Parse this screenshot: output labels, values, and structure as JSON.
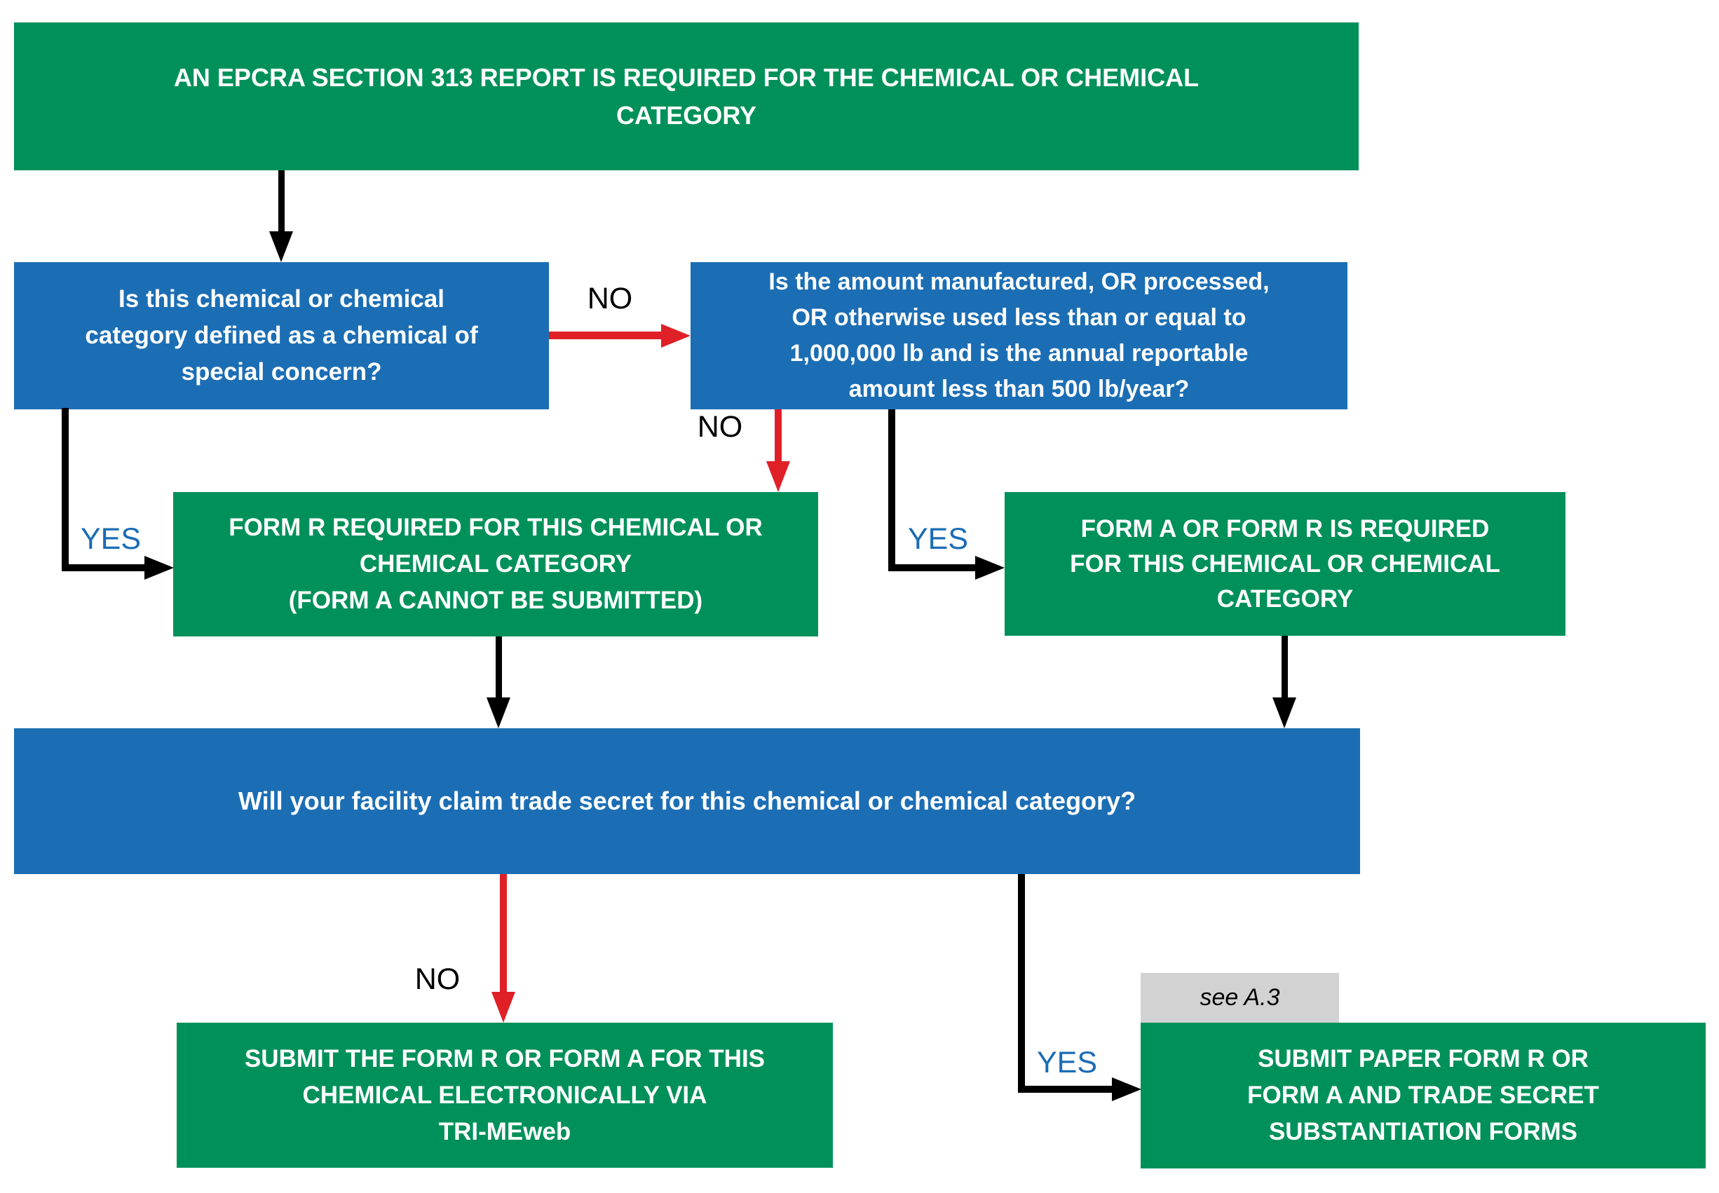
{
  "colors": {
    "node_green": "#00915A",
    "node_blue": "#1C6EB4",
    "arrow_red": "#E02027",
    "line_black": "#000000",
    "label_blue": "#1B6CB5",
    "note_gray": "#D2D2D2",
    "text_white": "#FFFFFF"
  },
  "nodes": {
    "start": {
      "text": "AN EPCRA SECTION 313 REPORT IS REQUIRED FOR THE CHEMICAL OR CHEMICAL\nCATEGORY"
    },
    "special_concern_question": {
      "text": "Is this chemical or chemical\ncategory defined as a chemical of\nspecial concern?"
    },
    "threshold_question": {
      "text": "Is the amount manufactured, OR processed,\nOR otherwise used less than or equal to\n1,000,000 lb and is the annual reportable\namount less than 500 lb/year?"
    },
    "form_r_required": {
      "text": "FORM R REQUIRED FOR THIS CHEMICAL OR\nCHEMICAL CATEGORY\n(FORM A CANNOT BE SUBMITTED)"
    },
    "form_a_or_form_r_required": {
      "text": "FORM A OR FORM R IS REQUIRED\nFOR THIS CHEMICAL OR CHEMICAL\nCATEGORY"
    },
    "trade_secret_question": {
      "text": "Will your facility claim trade secret for this chemical or chemical category?"
    },
    "submit_electronically": {
      "text": "SUBMIT THE FORM R OR FORM A FOR THIS\nCHEMICAL ELECTRONICALLY VIA\nTRI-MEweb"
    },
    "see_note": {
      "text": "see A.3"
    },
    "submit_paper": {
      "text": "SUBMIT PAPER FORM R OR\nFORM A AND TRADE SECRET\nSUBSTANTIATION FORMS"
    }
  },
  "edge_labels": {
    "no_special_concern": "NO",
    "no_threshold": "NO",
    "yes_special_concern": "YES",
    "yes_threshold": "YES",
    "no_trade_secret": "NO",
    "yes_trade_secret": "YES"
  }
}
